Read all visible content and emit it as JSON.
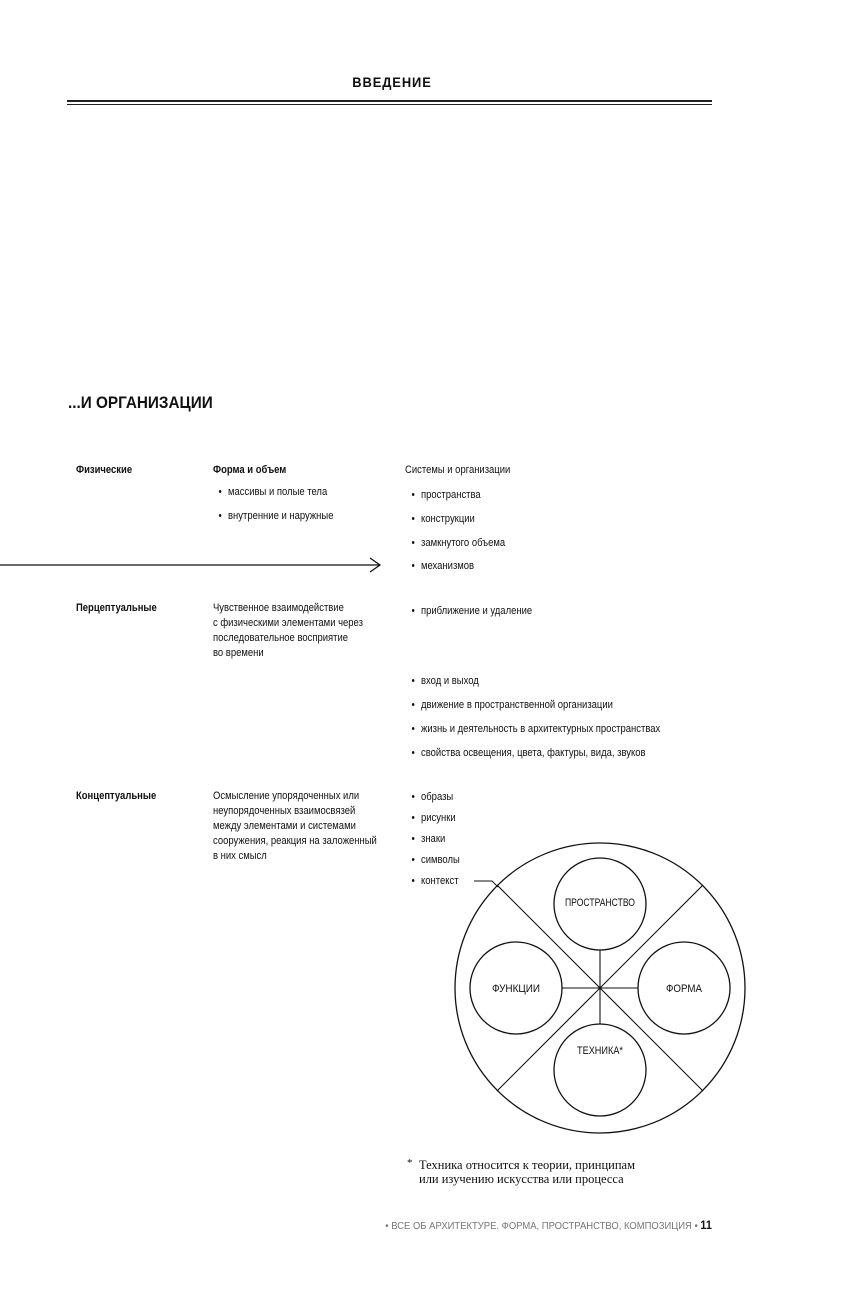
{
  "header": {
    "title": "ВВЕДЕНИЕ"
  },
  "section": {
    "title": "...И ОРГАНИЗАЦИИ"
  },
  "rows": {
    "physical": {
      "label": "Физические",
      "heading": "Форма и объем",
      "items": [
        "массивы и полые тела",
        "внутренние и наружные"
      ],
      "systems_heading": "Системы и организации",
      "systems": [
        "пространства",
        "конструкции",
        "замкнутого объема",
        "механизмов"
      ]
    },
    "perceptual": {
      "label": "Перцептуальные",
      "description": [
        "Чувственное взаимодействие",
        "с физическими элементами через",
        "последовательное восприятие",
        "во времени"
      ],
      "items": [
        "приближение и удаление",
        "вход и выход",
        "движение в пространственной организации",
        "жизнь и деятельность в архитектурных пространствах",
        "свойства освещения, цвета, фактуры, вида, звуков"
      ]
    },
    "conceptual": {
      "label": "Концептуальные",
      "description": [
        "Осмысление упорядоченных или",
        "неупорядоченных взаимосвязей",
        "между элементами и системами",
        "сооружения, реакция на заложенный",
        "в них смысл"
      ],
      "items": [
        "образы",
        "рисунки",
        "знаки",
        "символы",
        "контекст"
      ]
    }
  },
  "diagram": {
    "top": "ПРОСТРАНСТВО",
    "left": "ФУНКЦИИ",
    "right": "ФОРМА",
    "bottom": "ТЕХНИКА*"
  },
  "footnote": {
    "marker": "*",
    "lines": [
      "Техника относится к теории, принципам",
      "или изучению искусства или процесса"
    ]
  },
  "footer": {
    "text": "• ВСЕ ОБ АРХИТЕКТУРЕ. ФОРМА, ПРОСТРАНСТВО, КОМПОЗИЦИЯ •",
    "page_number": "11"
  }
}
